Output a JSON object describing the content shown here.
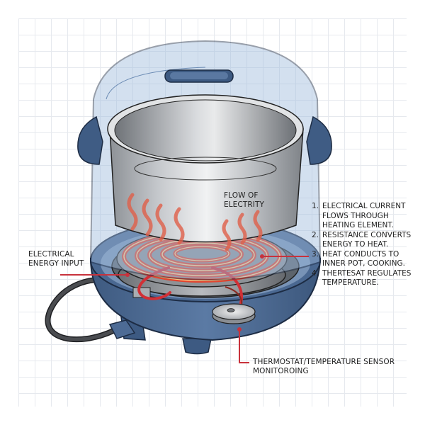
{
  "diagram": {
    "subject": "Electric rice cooker cutaway",
    "colors": {
      "body_blue": "#4f6d95",
      "glass_blue": "#9fbbdd",
      "leader_red": "#c8323c",
      "coil_red": "#e2452f",
      "coil_glow": "#ffd18a",
      "pot_steel": "#c9ccd0",
      "grid": "#e6e9ee"
    },
    "labels": {
      "flow": [
        "FLOW OF",
        "ELECTRITY"
      ],
      "input": [
        "ELECTRICAL",
        "ENERGY INPUT"
      ],
      "thermostat": [
        "THERMOSTAT/TEMPERATURE SENSOR",
        "MONITOROING"
      ]
    },
    "steps": [
      {
        "num": "1.",
        "text": "ELECTRICAL CURRENT FLOWS THROUGH HEATING ELEMENT."
      },
      {
        "num": "2.",
        "text": "RESISTANCE CONVERTS ENERGY TO HEAT."
      },
      {
        "num": "3.",
        "text": "HEAT CONDUCTS TO INNER POT, COOKING."
      },
      {
        "num": "4.",
        "text": "THERTESAT REGULATES TEMPERATURE."
      }
    ]
  }
}
